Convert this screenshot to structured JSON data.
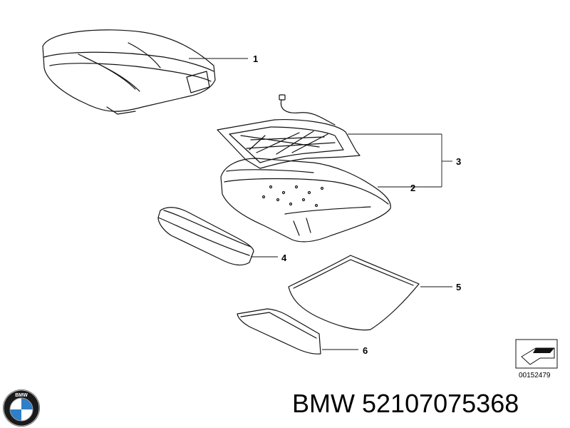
{
  "callouts": {
    "part1": "1",
    "part2": "2",
    "part3": "3",
    "part4": "4",
    "part5": "5",
    "part6": "6"
  },
  "reference_code": "00152479",
  "caption": {
    "brand": "BMW",
    "part_number": "52107075368"
  },
  "logo": {
    "lettering": "BMW",
    "colors": {
      "ring": "#1a1a1a",
      "blue": "#2f7fc8",
      "white": "#ffffff"
    }
  }
}
